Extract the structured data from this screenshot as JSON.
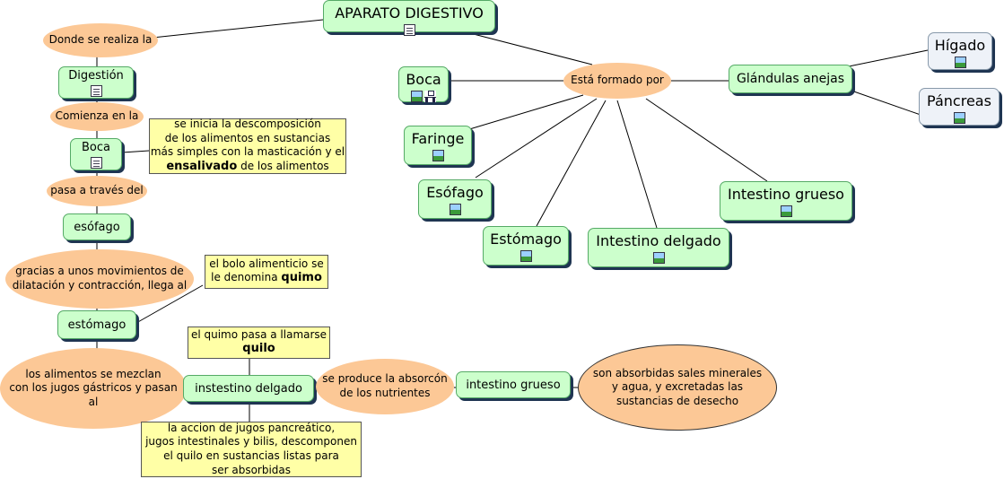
{
  "title": "APARATO DIGESTIVO",
  "left_flow": {
    "donde": "Donde se realiza la",
    "digestion": "Digestión",
    "comienza": "Comienza en la",
    "boca": "Boca",
    "note_boca_1": "se inicia la descomposición",
    "note_boca_2": "de los alimentos en sustancias",
    "note_boca_3": "más simples con la masticación y el",
    "note_boca_bold": "ensalivado",
    "note_boca_4": " de los alimentos",
    "pasa": "pasa a través del",
    "esofago": "esófago",
    "gracias_1": "gracias a unos movimientos de",
    "gracias_2": "dilatación y contracción, llega al",
    "note_bolo_1": "el bolo alimenticio se",
    "note_bolo_2": "le denomina ",
    "note_bolo_bold": "quimo",
    "estomago": "estómago",
    "mezclan_1": "los alimentos se mezclan",
    "mezclan_2": "con los jugos gástricos y pasan",
    "mezclan_3": "al",
    "note_quilo_1": "el quimo pasa a llamarse",
    "note_quilo_bold": "quilo",
    "intestino_delgado": "instestino delgado",
    "note_jugos_1": "la accion de jugos pancreático,",
    "note_jugos_2": "jugos intestinales y bilis, descomponen",
    "note_jugos_3": "el quilo en sustancias listas para",
    "note_jugos_4": "ser absorbidas",
    "absorcion_1": "se produce la absorcón",
    "absorcion_2": "de los nutrientes",
    "intestino_grueso": "intestino grueso",
    "absorbidas_1": "son absorbidas sales minerales",
    "absorbidas_2": "y agua, y excretadas las",
    "absorbidas_3": "sustancias de desecho"
  },
  "right_map": {
    "formado": "Está formado por",
    "boca": "Boca",
    "faringe": "Faringe",
    "esofago": "Esófago",
    "estomago": "Estómago",
    "intestino_delgado": "Intestino delgado",
    "intestino_grueso": "Intestino grueso",
    "glandulas": "Glándulas anejas",
    "higado": "Hígado",
    "pancreas": "Páncreas"
  },
  "colors": {
    "concept_fill": "#ccffcc",
    "phrase_fill": "#fcc896",
    "note_fill": "#ffffa6",
    "shadow": "#1f3552"
  },
  "icons": [
    "document-icon",
    "image-icon",
    "concept-map-icon"
  ]
}
